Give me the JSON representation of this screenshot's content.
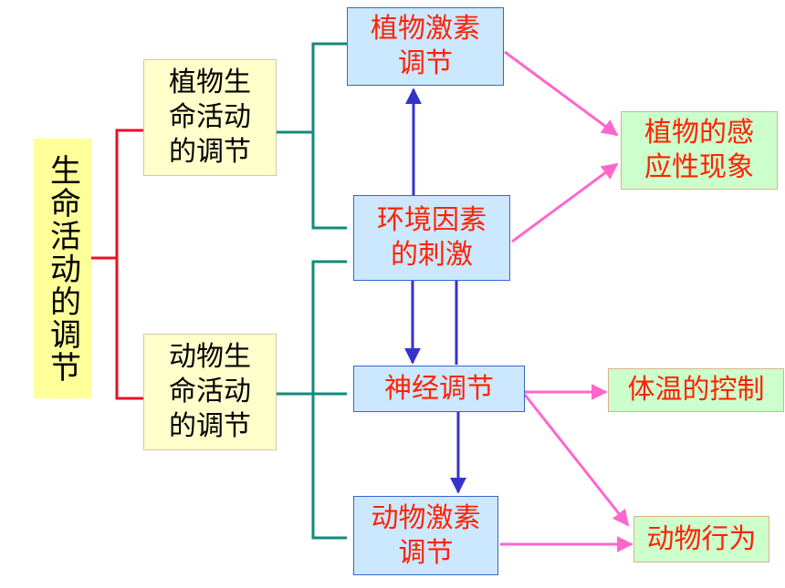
{
  "root": {
    "label": "生命活动的调节"
  },
  "categories": {
    "plant": "植物生命活动的调节",
    "animal": "动物生命活动的调节"
  },
  "mechanisms": {
    "plant_hormone": "植物激素调节",
    "environment": "环境因素的刺激",
    "nerve": "神经调节",
    "animal_hormone": "动物激素调节"
  },
  "results": {
    "plant_response": "植物的感应性现象",
    "body_temp": "体温的控制",
    "animal_behavior": "动物行为"
  },
  "colors": {
    "bracket_red": "#e8102a",
    "bracket_teal": "#138a7a",
    "arrow_blue": "#3333cc",
    "arrow_pink": "#ff66cc",
    "text_red": "#ff2200"
  }
}
